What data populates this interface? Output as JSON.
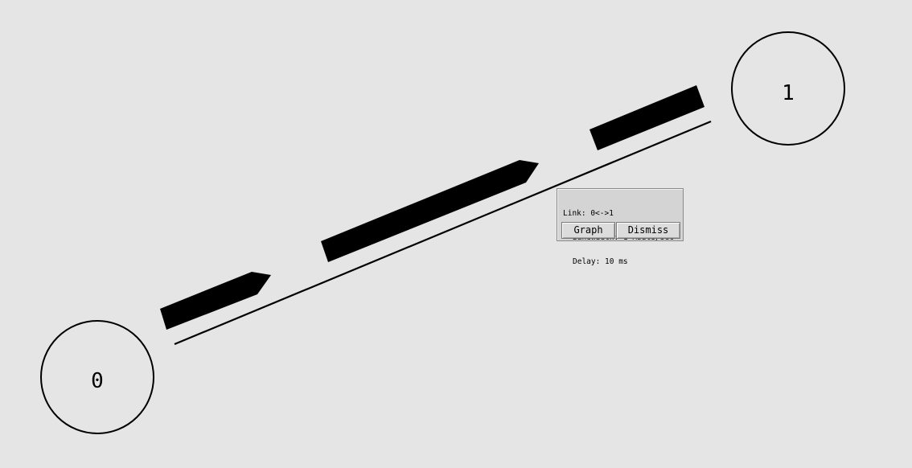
{
  "nodes": [
    {
      "id": "node-0",
      "label": "0"
    },
    {
      "id": "node-1",
      "label": "1"
    }
  ],
  "link_info": {
    "link": "Link: 0<->1",
    "bandwidth": "Bandwidth: 1 Mbits/sec",
    "delay": "Delay: 10 ms",
    "graph_label": "Graph",
    "dismiss_label": "Dismiss"
  },
  "colors": {
    "background": "#e5e5e5",
    "foreground": "#000000",
    "panel": "#d4d4d4"
  }
}
